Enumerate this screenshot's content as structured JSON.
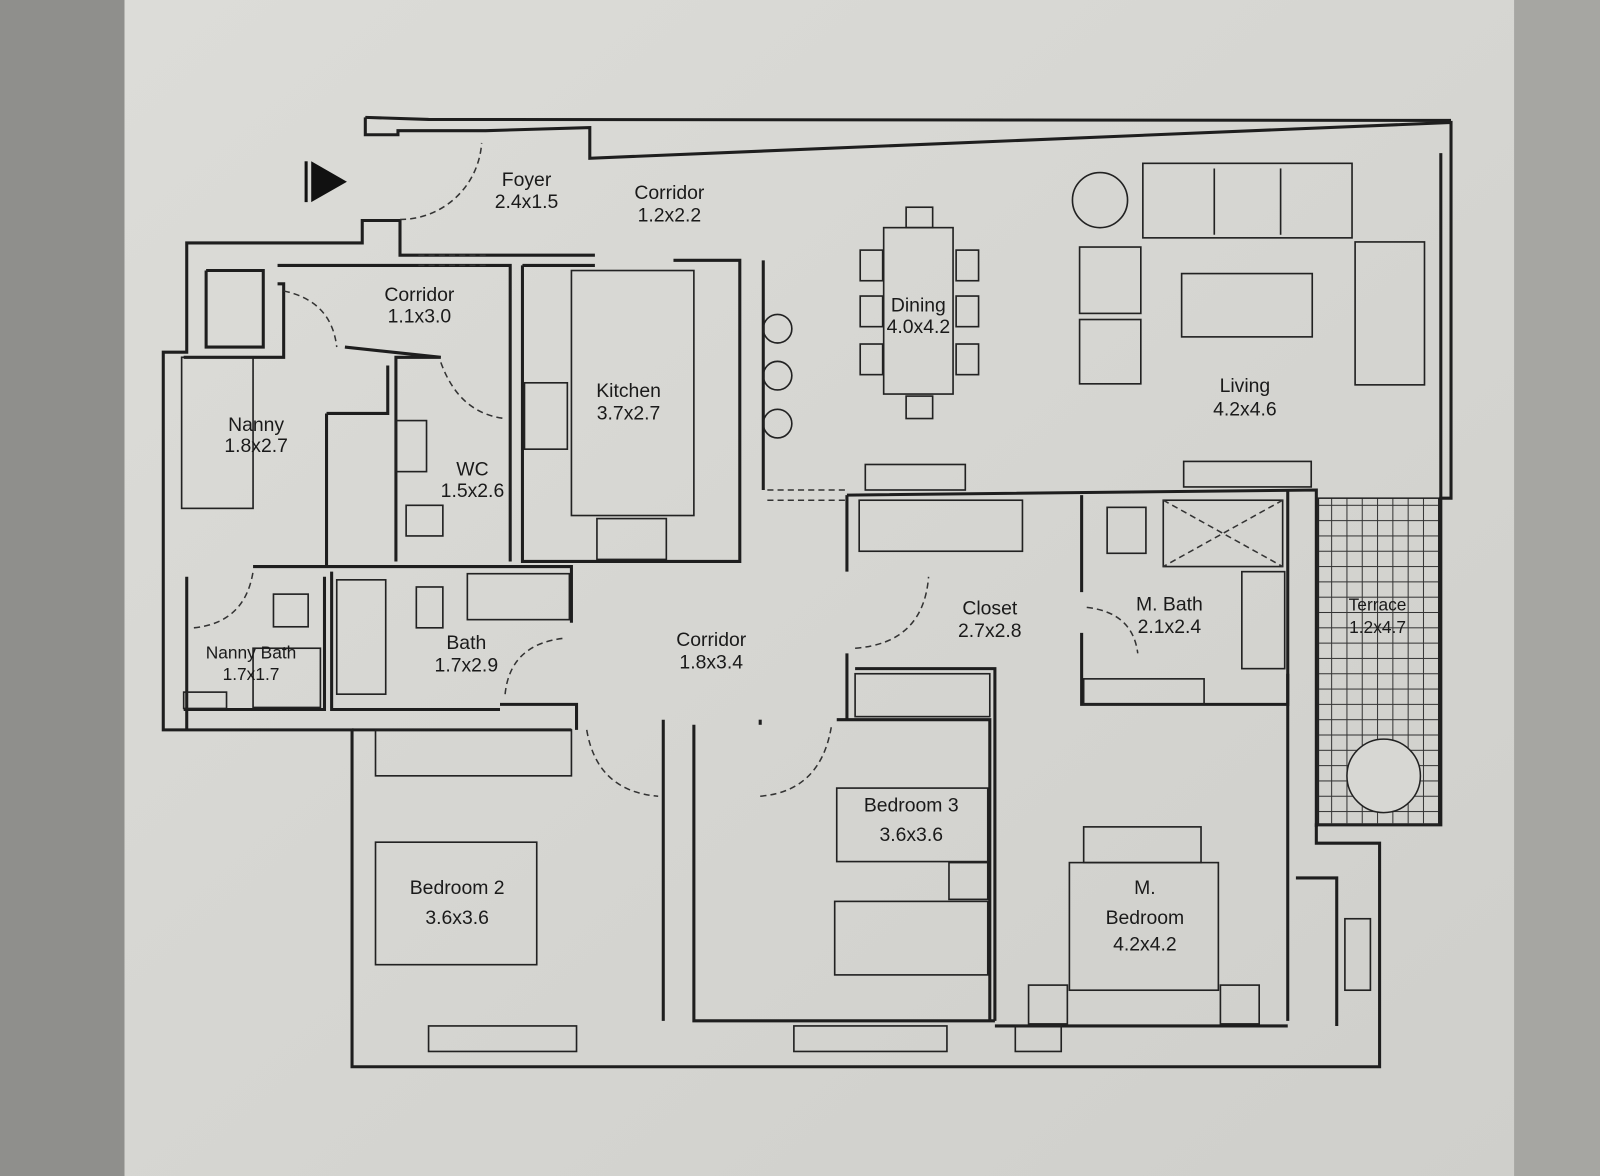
{
  "colors": {
    "paper": "#d9d9d5",
    "ink": "#1e1e1e",
    "outside": "#8f8f8c"
  },
  "entrance_icon": "entrance-arrow-icon",
  "rooms": {
    "foyer": {
      "name": "Foyer",
      "size": "2.4x1.5"
    },
    "corridor_a": {
      "name": "Corridor",
      "size": "1.2x2.2"
    },
    "corridor_b": {
      "name": "Corridor",
      "size": "1.1x3.0"
    },
    "nanny": {
      "name": "Nanny",
      "size": "1.8x2.7"
    },
    "wc": {
      "name": "WC",
      "size": "1.5x2.6"
    },
    "kitchen": {
      "name": "Kitchen",
      "size": "3.7x2.7"
    },
    "dining": {
      "name": "Dining",
      "size": "4.0x4.2"
    },
    "living": {
      "name": "Living",
      "size": "4.2x4.6"
    },
    "closet": {
      "name": "Closet",
      "size": "2.7x2.8"
    },
    "mbath": {
      "name": "M. Bath",
      "size": "2.1x2.4"
    },
    "terrace": {
      "name": "Terrace",
      "size": "1.2x4.7"
    },
    "nanny_bath": {
      "name": "Nanny Bath",
      "size": "1.7x1.7"
    },
    "bath": {
      "name": "Bath",
      "size": "1.7x2.9"
    },
    "corridor_c": {
      "name": "Corridor",
      "size": "1.8x3.4"
    },
    "bedroom3": {
      "name": "Bedroom 3",
      "size": "3.6x3.6"
    },
    "bedroom2": {
      "name": "Bedroom 2",
      "size": "3.6x3.6"
    },
    "mbedroom": {
      "name": "M.",
      "name2": "Bedroom",
      "size": "4.2x4.2"
    }
  }
}
